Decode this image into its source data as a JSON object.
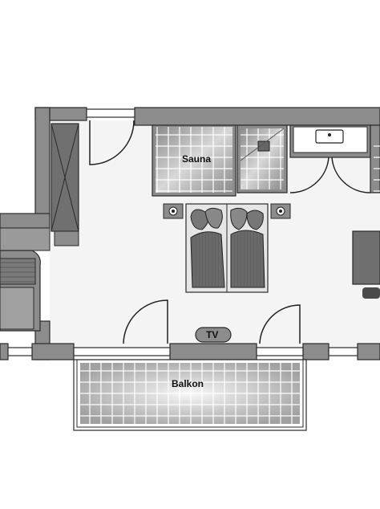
{
  "floorplan": {
    "rooms": {
      "sauna": "Sauna",
      "balcony": "Balkon",
      "tv": "TV"
    },
    "colors": {
      "wall": "#8c8c8c",
      "wall_outline": "#2a2a2a",
      "floor": "#f4f4f4",
      "tile": "#9a9a9a",
      "furniture": "#6f6f6f",
      "furniture_dark": "#4a4a4a"
    }
  }
}
